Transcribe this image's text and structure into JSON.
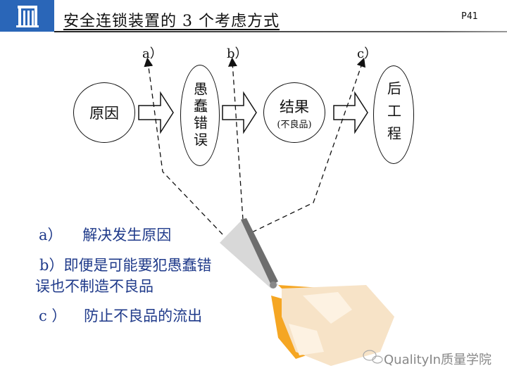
{
  "header": {
    "title": "安全连锁装置的 3 个考虑方式",
    "page_number": "P41",
    "logo_icon": "building-columns-icon"
  },
  "diagram": {
    "nodes": [
      {
        "id": "cause",
        "label": "原因"
      },
      {
        "id": "mistake",
        "label": "愚蠢错误"
      },
      {
        "id": "result",
        "label": "结果",
        "sublabel": "(不良品)"
      },
      {
        "id": "next_process",
        "label": "后工程"
      }
    ],
    "arrow_labels": [
      "a）",
      "b）",
      "c）"
    ]
  },
  "list": {
    "items": [
      {
        "marker": "a）",
        "text": "解决发生原因"
      },
      {
        "marker": "b）",
        "text": "即便是可能要犯愚蠢错误也不制造不良品"
      },
      {
        "marker": "c ）",
        "text": "防止不良品的流出"
      }
    ]
  },
  "watermark": {
    "text": "QualityIn质量学院"
  },
  "colors": {
    "brand_blue": "#2a66b8",
    "list_text": "#1f3a8a",
    "scissor_orange": "#f5a623"
  }
}
